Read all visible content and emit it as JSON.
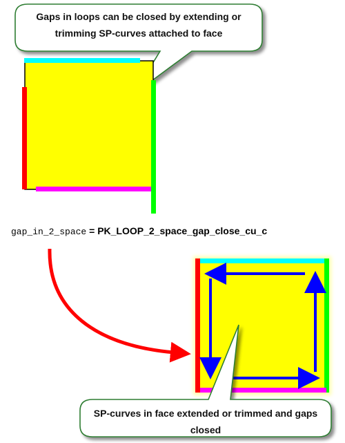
{
  "callouts": {
    "top": "Gaps in loops can be closed by extending or trimming SP-curves attached to face",
    "bottom": "SP-curves in face extended or trimmed and gaps closed"
  },
  "assignment": {
    "variable": "gap_in_2_space",
    "operator": " = ",
    "function": "PK_LOOP_2_space_gap_close_cu_c"
  },
  "colors": {
    "face_fill": "#ffff00",
    "top_edge": "#00ffff",
    "right_edge": "#00ff00",
    "bottom_edge": "#ff00ff",
    "left_edge": "#ff0000",
    "flow_arrows": "#0000ff",
    "transition_arrow": "#ff0000",
    "callout_border": "#2e7d32"
  }
}
